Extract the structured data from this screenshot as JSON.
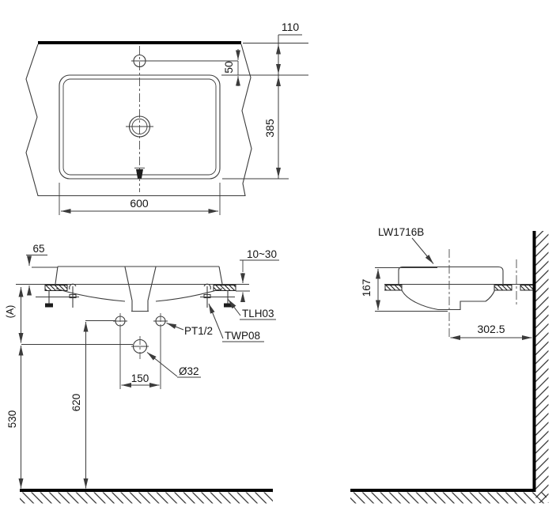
{
  "colors": {
    "background": "#ffffff",
    "line": "#3b3b3b",
    "thick_line": "#000000",
    "text": "#141414"
  },
  "plan_view": {
    "dim_basin_setback": "110",
    "dim_faucet_offset": "50",
    "dim_basin_depth": "385",
    "dim_basin_width": "600"
  },
  "front_view": {
    "dim_rim_height": "65",
    "dim_counter_thickness": "10~30",
    "label_bracket": "TLH03",
    "label_supply": "PT1/2",
    "label_clamp": "TWP08",
    "label_drain": "Ø32",
    "dim_hole_spacing": "150",
    "dim_supply_height": "620",
    "dim_drain_height": "530",
    "dim_ref": "(A)"
  },
  "side_view": {
    "model": "LW1716B",
    "dim_rim_to_bottom": "167",
    "dim_center_to_wall": "302.5"
  }
}
